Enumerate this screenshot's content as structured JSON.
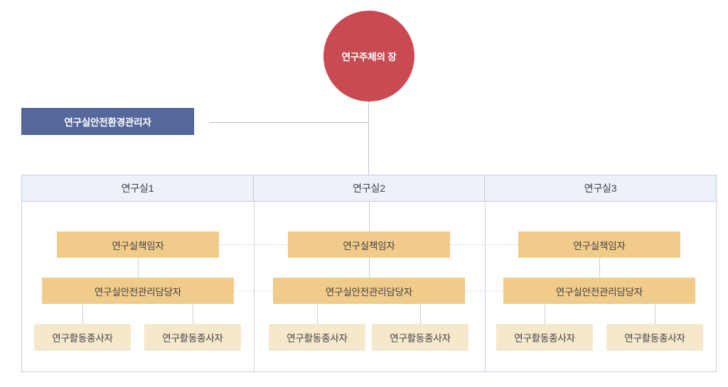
{
  "org_chart": {
    "root": {
      "label": "연구주체의 장",
      "fill": "#c94a52"
    },
    "manager": {
      "label": "연구실안전환경관리자",
      "fill": "#56689b"
    },
    "labs": [
      {
        "title": "연구실1",
        "leader": "연구실책임자",
        "safety_officer": "연구실안전관리담당자",
        "workers": [
          "연구활동종사자",
          "연구활동종사자"
        ]
      },
      {
        "title": "연구실2",
        "leader": "연구실책임자",
        "safety_officer": "연구실안전관리담당자",
        "workers": [
          "연구활동종사자",
          "연구활동종사자"
        ]
      },
      {
        "title": "연구실3",
        "leader": "연구실책임자",
        "safety_officer": "연구실안전관리담당자",
        "workers": [
          "연구활동종사자",
          "연구활동종사자"
        ]
      }
    ],
    "colors": {
      "role_box_fill": "#f0cb89",
      "worker_box_fill": "#f6e8ca",
      "lab_header_fill": "#edf1f8",
      "panel_border": "#c3cadb",
      "connector": "#b9c0d2"
    }
  }
}
